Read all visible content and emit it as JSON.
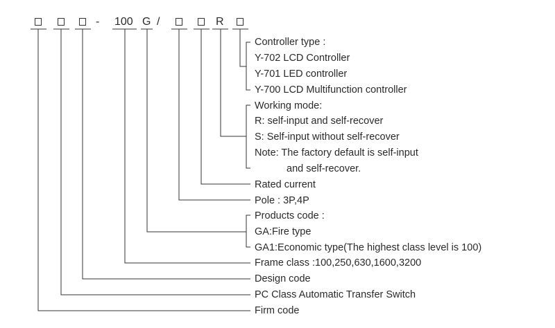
{
  "code_tokens": {
    "dash": "-",
    "frame": "100",
    "products": "G",
    "slash": "/",
    "mode": "R"
  },
  "controller_type": {
    "title": "Controller type :",
    "items": [
      "Y-702 LCD Controller",
      "Y-701 LED controller",
      "Y-700 LCD Multifunction controller"
    ]
  },
  "working_mode": {
    "title": "Working mode:",
    "items": [
      "R: self-input and self-recover",
      "S: Self-input without self-recover",
      "Note: The factory default is self-input",
      "and self-recover."
    ]
  },
  "rated_current": "Rated current",
  "pole": "Pole : 3P,4P",
  "products_code": {
    "title": "Products code :",
    "items": [
      "GA:Fire type",
      "GA1:Economic type(The highest class level is 100)"
    ]
  },
  "frame_class": "Frame class :100,250,630,1600,3200",
  "design_code": "Design code",
  "pc_class": "PC Class Automatic Transfer Switch",
  "firm_code": "Firm code",
  "colors": {
    "line": "#333333",
    "text": "#2a2a2a"
  }
}
